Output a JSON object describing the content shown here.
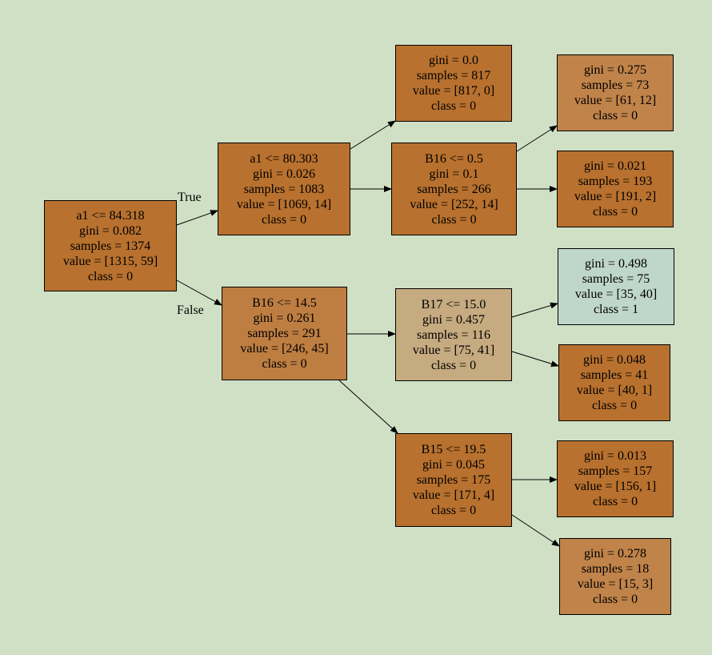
{
  "colors": {
    "background": "#d0e0c5",
    "class0_strong": "#b8712e",
    "class0_medium": "#be7e42",
    "class0_light": "#c6aa80",
    "class1_light": "#bfd6ca"
  },
  "edge_labels": {
    "true_label": "True",
    "false_label": "False"
  },
  "nodes": {
    "root": {
      "split": "a1 <= 84.318",
      "gini": "gini = 0.082",
      "samples": "samples = 1374",
      "value": "value = [1315, 59]",
      "class": "class = 0"
    },
    "n1": {
      "split": "a1 <= 80.303",
      "gini": "gini = 0.026",
      "samples": "samples = 1083",
      "value": "value = [1069, 14]",
      "class": "class = 0"
    },
    "n2": {
      "split": "B16 <= 14.5",
      "gini": "gini = 0.261",
      "samples": "samples = 291",
      "value": "value = [246, 45]",
      "class": "class = 0"
    },
    "n3": {
      "gini": "gini = 0.0",
      "samples": "samples = 817",
      "value": "value = [817, 0]",
      "class": "class = 0"
    },
    "n4": {
      "split": "B16 <= 0.5",
      "gini": "gini = 0.1",
      "samples": "samples = 266",
      "value": "value = [252, 14]",
      "class": "class = 0"
    },
    "n5": {
      "gini": "gini = 0.275",
      "samples": "samples = 73",
      "value": "value = [61, 12]",
      "class": "class = 0"
    },
    "n6": {
      "gini": "gini = 0.021",
      "samples": "samples = 193",
      "value": "value = [191, 2]",
      "class": "class = 0"
    },
    "n7": {
      "split": "B17 <= 15.0",
      "gini": "gini = 0.457",
      "samples": "samples = 116",
      "value": "value = [75, 41]",
      "class": "class = 0"
    },
    "n8": {
      "gini": "gini = 0.498",
      "samples": "samples = 75",
      "value": "value = [35, 40]",
      "class": "class = 1"
    },
    "n9": {
      "gini": "gini = 0.048",
      "samples": "samples = 41",
      "value": "value = [40, 1]",
      "class": "class = 0"
    },
    "n10": {
      "split": "B15 <= 19.5",
      "gini": "gini = 0.045",
      "samples": "samples = 175",
      "value": "value = [171, 4]",
      "class": "class = 0"
    },
    "n11": {
      "gini": "gini = 0.013",
      "samples": "samples = 157",
      "value": "value = [156, 1]",
      "class": "class = 0"
    },
    "n12": {
      "gini": "gini = 0.278",
      "samples": "samples = 18",
      "value": "value = [15, 3]",
      "class": "class = 0"
    }
  }
}
